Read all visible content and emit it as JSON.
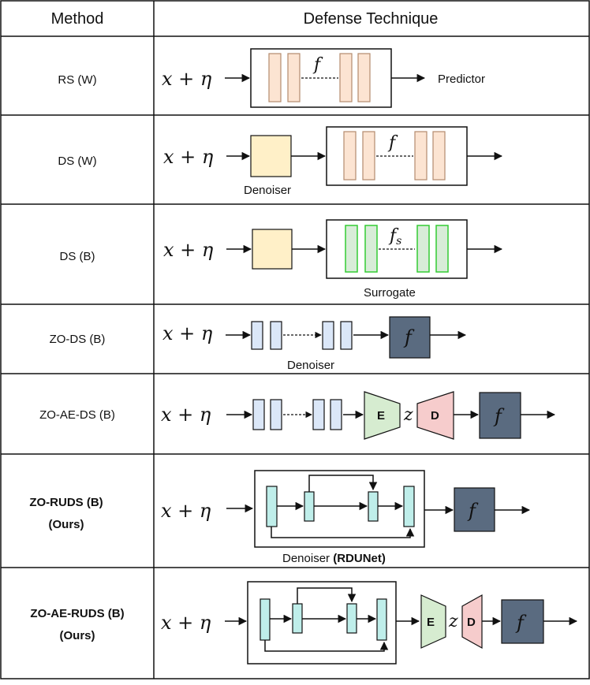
{
  "header": {
    "method": "Method",
    "defense": "Defense Technique"
  },
  "symbols": {
    "input": "x + η",
    "model": "f",
    "surrogate_model": "fs",
    "latent": "z",
    "encoder": "E",
    "decoder": "D"
  },
  "rows": [
    {
      "method": "RS (W)",
      "label": "Predictor"
    },
    {
      "method": "DS (W)",
      "label": "Denoiser"
    },
    {
      "method": "DS (B)",
      "label": "Surrogate"
    },
    {
      "method": "ZO-DS (B)",
      "label": "Denoiser"
    },
    {
      "method": "ZO-AE-DS (B)"
    },
    {
      "method_line1": "ZO-RUDS (B)",
      "method_line2": "(Ours)",
      "label_prefix": "Denoiser ",
      "label_bold": "(RDUNet)"
    },
    {
      "method_line1": "ZO-AE-RUDS (B)",
      "method_line2": "(Ours)"
    }
  ],
  "colors": {
    "orange_fill": "#fce4d2",
    "orange_stroke": "#b38b6d",
    "yellow_fill": "#fff0c8",
    "green_fill": "#d8ecd8",
    "green_stroke": "#33cc33",
    "blue_fill": "#dbe7f8",
    "teal_fill": "#bfeeea",
    "encoder_fill": "#d6ecd0",
    "decoder_fill": "#f6cccc",
    "f_box_fill": "#5a6b80"
  }
}
